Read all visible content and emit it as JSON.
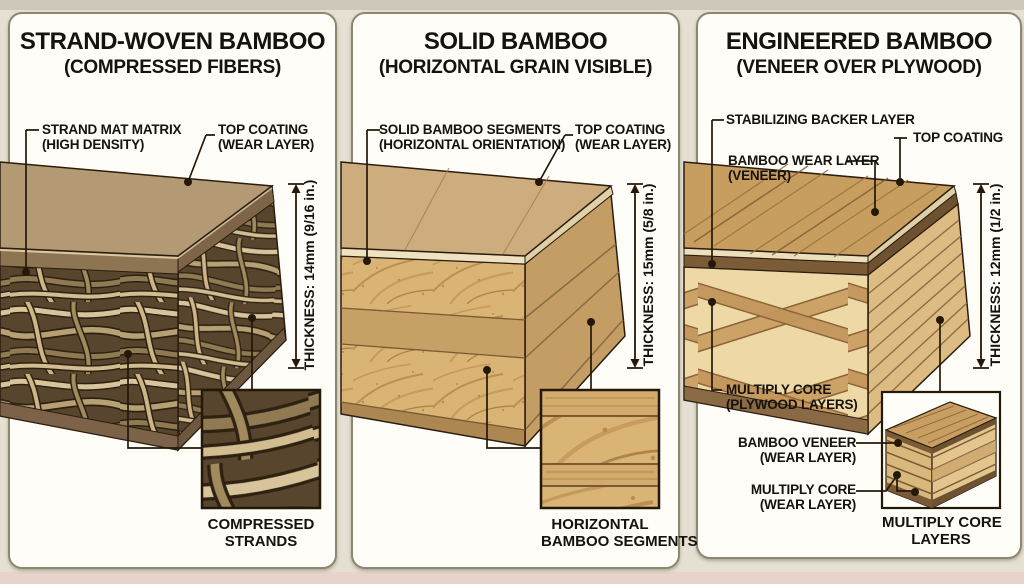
{
  "colors": {
    "page_bg": "#e5e0d2",
    "band_top": "#ccc7b8",
    "band_bottom": "#e7d3ca",
    "panel_bg": "#fffdf7",
    "panel_border": "#8b8773",
    "line": "#241808",
    "text": "#16120d",
    "p1_top": "#b49a74",
    "p1_under": "#8d7452",
    "p1_strand_bg": "#57452d",
    "p1_base": "#7b6248",
    "p2_top": "#cdad7e",
    "p2_coating": "#eee2c0",
    "p2_speckle": "#d9b475",
    "p2_plain": "#c7a065",
    "p2_side": "#c49d64",
    "p2_base": "#ad8751",
    "p3_top": "#c79e60",
    "p3_coating": "#ece0bc",
    "p3_veneer": "#7c5b37",
    "p3_ply_bg": "#edd8a6",
    "p3_side": "#dcbc82",
    "p3_base": "#8a6a44"
  },
  "panels": [
    {
      "title": "STRAND-WOVEN BAMBOO",
      "subtitle": "(COMPRESSED FIBERS)",
      "labels": {
        "left": [
          "STRAND MAT MATRIX",
          "(HIGH DENSITY)"
        ],
        "right": [
          "TOP COATING",
          "(WEAR LAYER)"
        ]
      },
      "thickness_label": "THICKNESS: 14mm (9/16 in.)",
      "inset_caption": [
        "COMPRESSED",
        "STRANDS"
      ]
    },
    {
      "title": "SOLID BAMBOO",
      "subtitle": "(HORIZONTAL GRAIN VISIBLE)",
      "labels": {
        "left": [
          "SOLID BAMBOO SEGMENTS",
          "(HORIZONTAL ORIENTATION)"
        ],
        "right": [
          "TOP COATING",
          "(WEAR LAYER)"
        ]
      },
      "thickness_label": "THICKNESS: 15mm (5/8 in.)",
      "inset_caption": [
        "HORIZONTAL",
        "BAMBOO SEGMENTS"
      ]
    },
    {
      "title": "ENGINEERED BAMBOO",
      "subtitle": "(VENEER OVER PLYWOOD)",
      "labels": {
        "backer": "STABILIZING BACKER LAYER",
        "wear": [
          "BAMBOO WEAR LAYER",
          "(VENEER)"
        ],
        "top_coating": "TOP COATING",
        "core": [
          "MULTIPLY CORE",
          "(PLYWOOD LAYERS)"
        ],
        "veneer": [
          "BAMBOO VENEER",
          "(WEAR LAYER)"
        ],
        "core_wear": [
          "MULTIPLY CORE",
          "(WEAR LAYER)"
        ]
      },
      "thickness_label": "THICKNESS: 12mm (1/2 in.)",
      "inset_caption": [
        "MULTIPLY CORE",
        "LAYERS"
      ]
    }
  ]
}
